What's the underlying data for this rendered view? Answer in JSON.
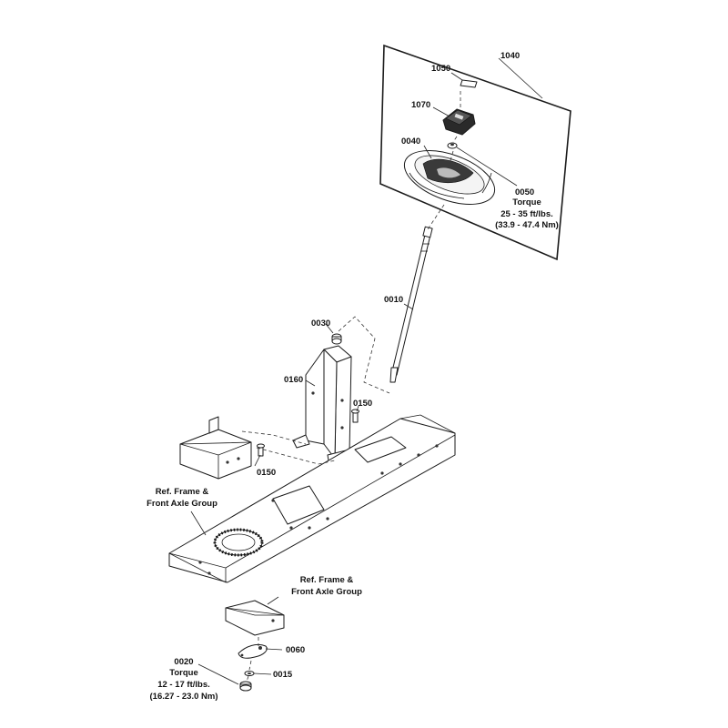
{
  "parts": {
    "p1040": "1040",
    "p1050": "1050",
    "p1070": "1070",
    "p0040": "0040",
    "p0050": "0050",
    "p0010": "0010",
    "p0030": "0030",
    "p0160": "0160",
    "p0150a": "0150",
    "p0150b": "0150",
    "p0060": "0060",
    "p0015": "0015",
    "p0020": "0020"
  },
  "notes": {
    "torque_upper": {
      "title": "Torque",
      "range": "25 - 35 ft/lbs.",
      "metric": "(33.9 - 47.4 Nm)"
    },
    "torque_lower": {
      "title": "Torque",
      "range": "12 - 17 ft/lbs.",
      "metric": "(16.27 - 23.0 Nm)"
    },
    "ref_left": {
      "line1": "Ref. Frame &",
      "line2": "Front Axle Group"
    },
    "ref_right": {
      "line1": "Ref. Frame &",
      "line2": "Front Axle Group"
    }
  },
  "colors": {
    "line": "#1a1a1a",
    "background": "#ffffff"
  }
}
